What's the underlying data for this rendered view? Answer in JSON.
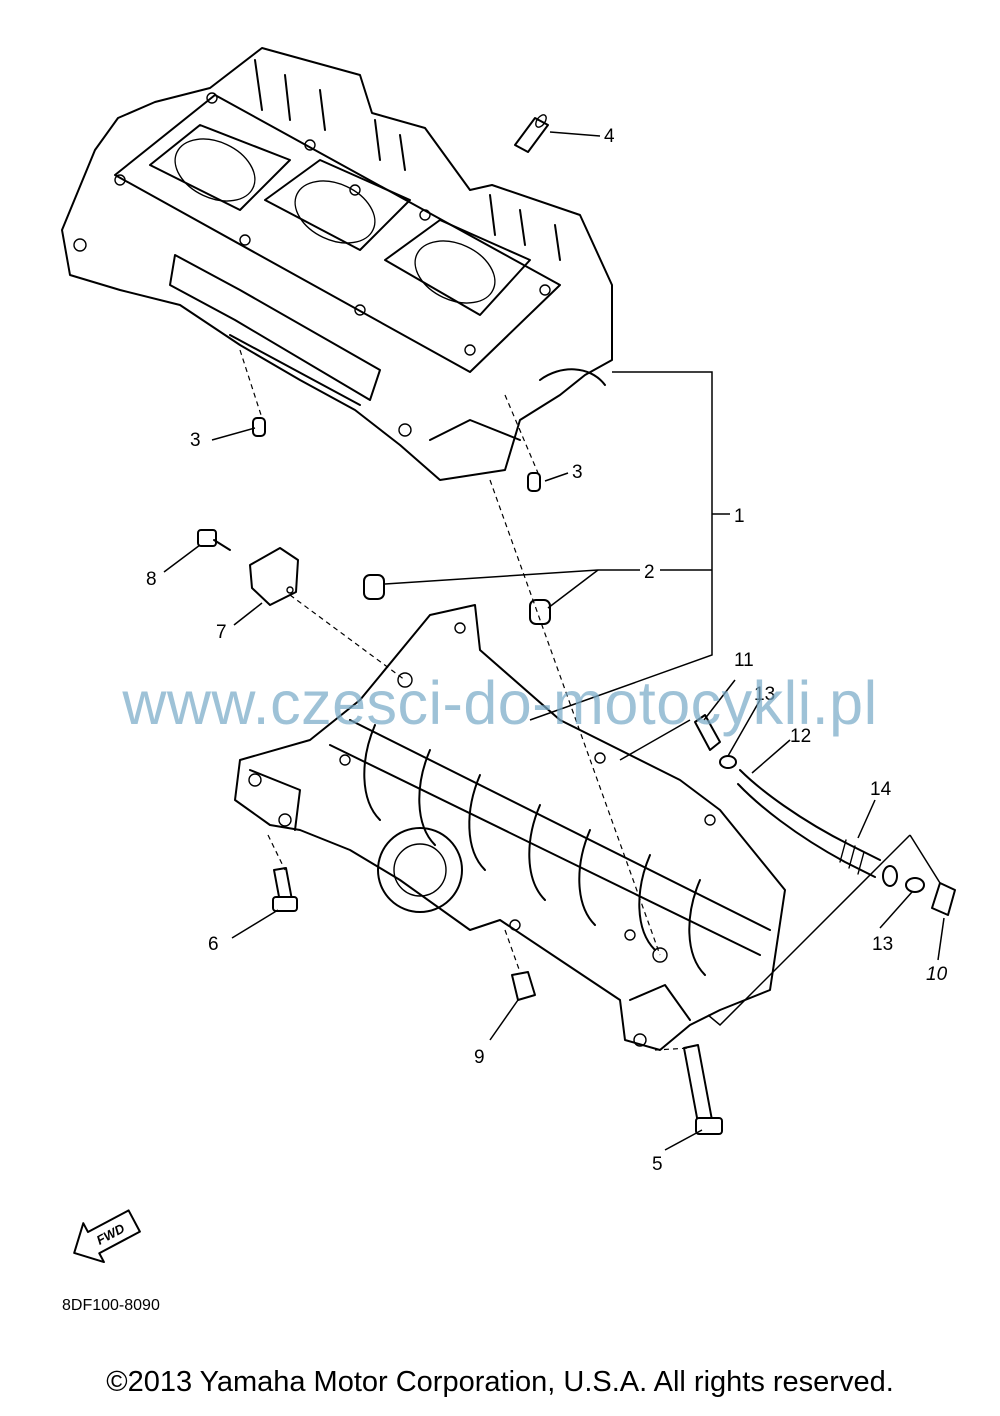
{
  "diagram": {
    "callouts": [
      {
        "id": "4",
        "text": "4"
      },
      {
        "id": "3a",
        "text": "3"
      },
      {
        "id": "3b",
        "text": "3"
      },
      {
        "id": "1",
        "text": "1"
      },
      {
        "id": "2",
        "text": "2"
      },
      {
        "id": "8",
        "text": "8"
      },
      {
        "id": "7",
        "text": "7"
      },
      {
        "id": "11",
        "text": "11"
      },
      {
        "id": "13a",
        "text": "13"
      },
      {
        "id": "12",
        "text": "12"
      },
      {
        "id": "14",
        "text": "14"
      },
      {
        "id": "13b",
        "text": "13"
      },
      {
        "id": "10",
        "text": "10"
      },
      {
        "id": "6",
        "text": "6"
      },
      {
        "id": "9",
        "text": "9"
      },
      {
        "id": "5",
        "text": "5"
      }
    ],
    "fwd_label": "FWD",
    "diagram_code": "8DF100-8090"
  },
  "watermark": "www.czesci-do-motocykli.pl",
  "copyright": "©2013 Yamaha Motor Corporation, U.S.A. All rights reserved."
}
